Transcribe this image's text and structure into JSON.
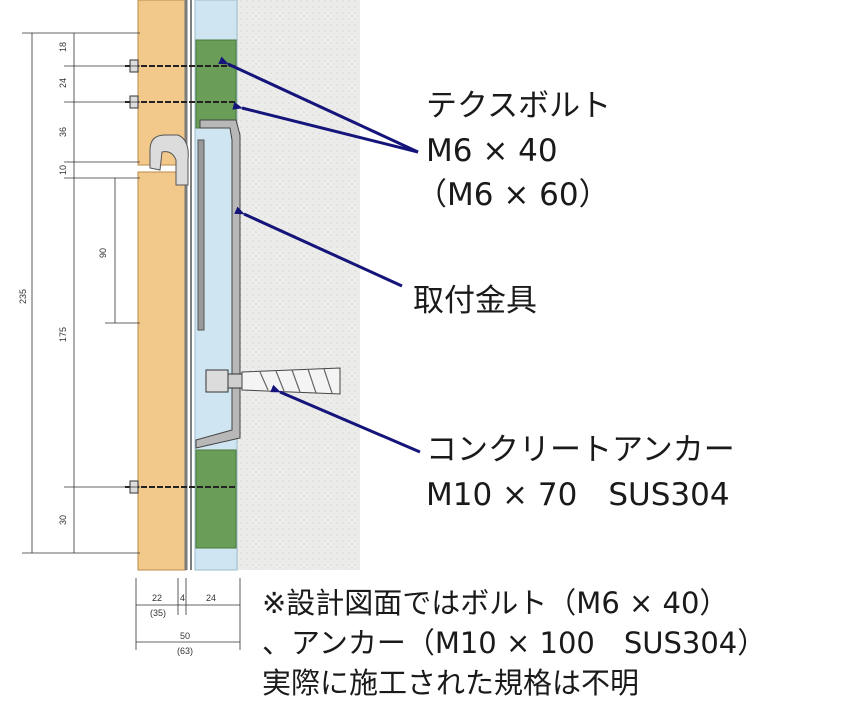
{
  "callouts": {
    "tek_bolt_name": "テクスボルト",
    "tek_bolt_size": "M6 × 40",
    "tek_bolt_alt": "（M6 × 60）",
    "bracket": "取付金具",
    "anchor_name": "コンクリートアンカー",
    "anchor_size": "M10 × 70　SUS304"
  },
  "note": {
    "line1": "※設計図面ではボルト（M6 × 40）",
    "line2": "、アンカー（M10 × 100　SUS304）",
    "line3": "実際に施工された規格は不明"
  },
  "dimensions": {
    "vertical": [
      "18",
      "24",
      "36",
      "10",
      "175",
      "30",
      "90",
      "235"
    ],
    "horizontal": [
      "22",
      "(35)",
      "4",
      "24",
      "50",
      "(63)"
    ]
  },
  "colors": {
    "panel": "#f2c98a",
    "panel_edge": "#b88a4a",
    "insulation": "#cfe6f2",
    "wall": "#e9e9e7",
    "green_block": "#6a9e58",
    "arrow": "#14147a"
  }
}
